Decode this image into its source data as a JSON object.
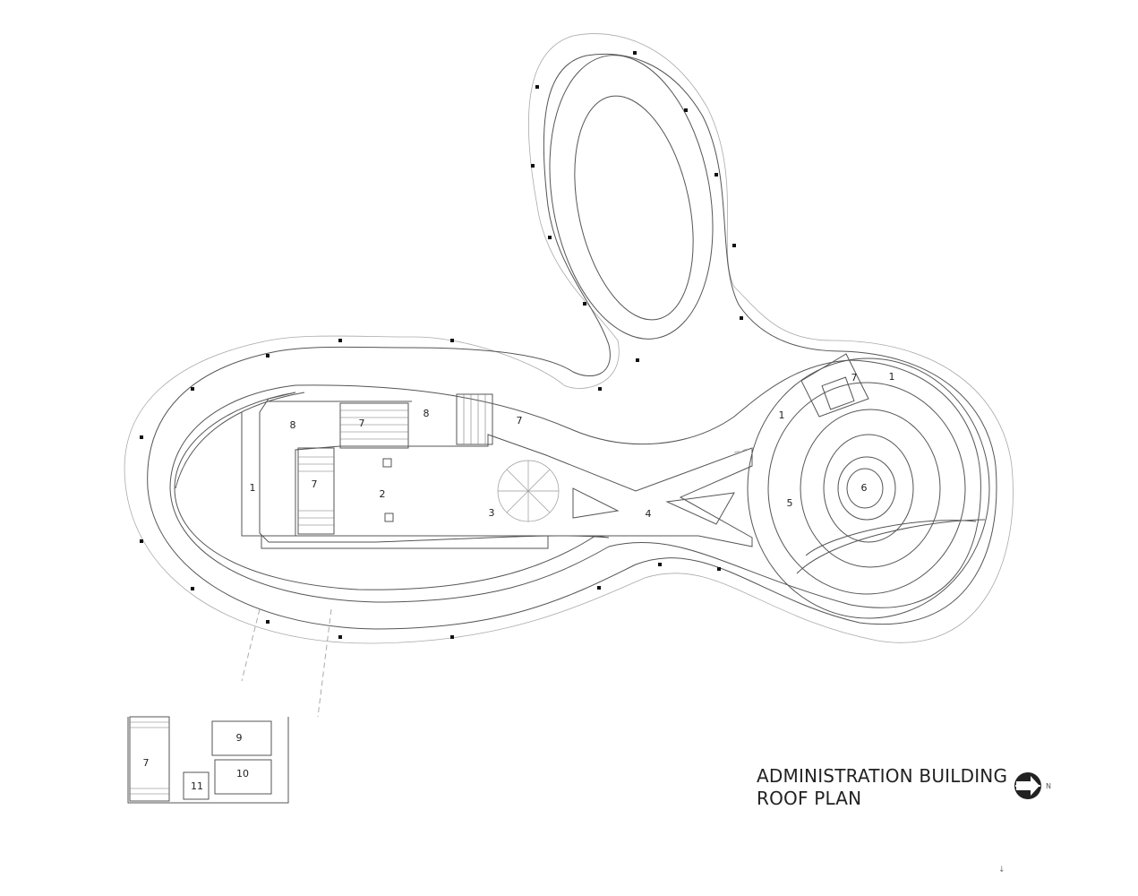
{
  "title": {
    "line1": "ADMINISTRATION BUILDING",
    "line2": "ROOF PLAN"
  },
  "north": {
    "label": "N",
    "icon": "north-arrow-icon"
  },
  "corner_mark": "↓",
  "rooms": [
    {
      "id": "room-1-left",
      "label": "1"
    },
    {
      "id": "room-8-a",
      "label": "8"
    },
    {
      "id": "room-7-stair-a",
      "label": "7"
    },
    {
      "id": "room-8-b",
      "label": "8"
    },
    {
      "id": "room-7-stair-b",
      "label": "7"
    },
    {
      "id": "room-7-stair-c",
      "label": "7"
    },
    {
      "id": "room-2",
      "label": "2"
    },
    {
      "id": "room-3",
      "label": "3"
    },
    {
      "id": "room-4",
      "label": "4"
    },
    {
      "id": "room-5",
      "label": "5"
    },
    {
      "id": "room-6",
      "label": "6"
    },
    {
      "id": "room-1-right-a",
      "label": "1"
    },
    {
      "id": "room-1-right-b",
      "label": "1"
    },
    {
      "id": "room-7-stair-d",
      "label": "7"
    },
    {
      "id": "room-9",
      "label": "9"
    },
    {
      "id": "room-10",
      "label": "10"
    },
    {
      "id": "room-11",
      "label": "11"
    },
    {
      "id": "room-7-stair-e",
      "label": "7"
    }
  ],
  "colors": {
    "line": "#555555",
    "light_line": "#9a9a9a",
    "column": "#111111"
  }
}
